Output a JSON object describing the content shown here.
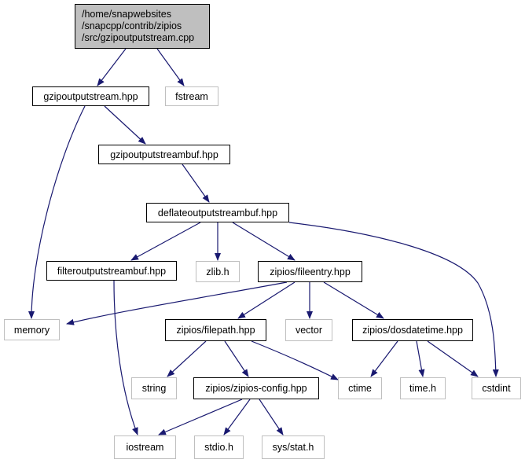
{
  "graph": {
    "root_lines": [
      "/home/snapwebsites",
      "/snapcpp/contrib/zipios",
      "/src/gzipoutputstream.cpp"
    ],
    "nodes": {
      "gzipoutputstream_hpp": "gzipoutputstream.hpp",
      "fstream": "fstream",
      "memory": "memory",
      "gzipoutputstreambuf_hpp": "gzipoutputstreambuf.hpp",
      "deflateoutputstreambuf_hpp": "deflateoutputstreambuf.hpp",
      "filteroutputstreambuf_hpp": "filteroutputstreambuf.hpp",
      "zlib_h": "zlib.h",
      "fileentry_hpp": "zipios/fileentry.hpp",
      "cstdint": "cstdint",
      "iostream": "iostream",
      "filepath_hpp": "zipios/filepath.hpp",
      "vector": "vector",
      "dosdatetime_hpp": "zipios/dosdatetime.hpp",
      "string": "string",
      "zipios_config_hpp": "zipios/zipios-config.hpp",
      "ctime": "ctime",
      "time_h": "time.h",
      "stdio_h": "stdio.h",
      "sys_stat_h": "sys/stat.h"
    },
    "edge_color": "#191970",
    "local_border_color": "#000000",
    "system_border_color": "#bfbfbf",
    "root_fill_color": "#bfbfbf"
  }
}
